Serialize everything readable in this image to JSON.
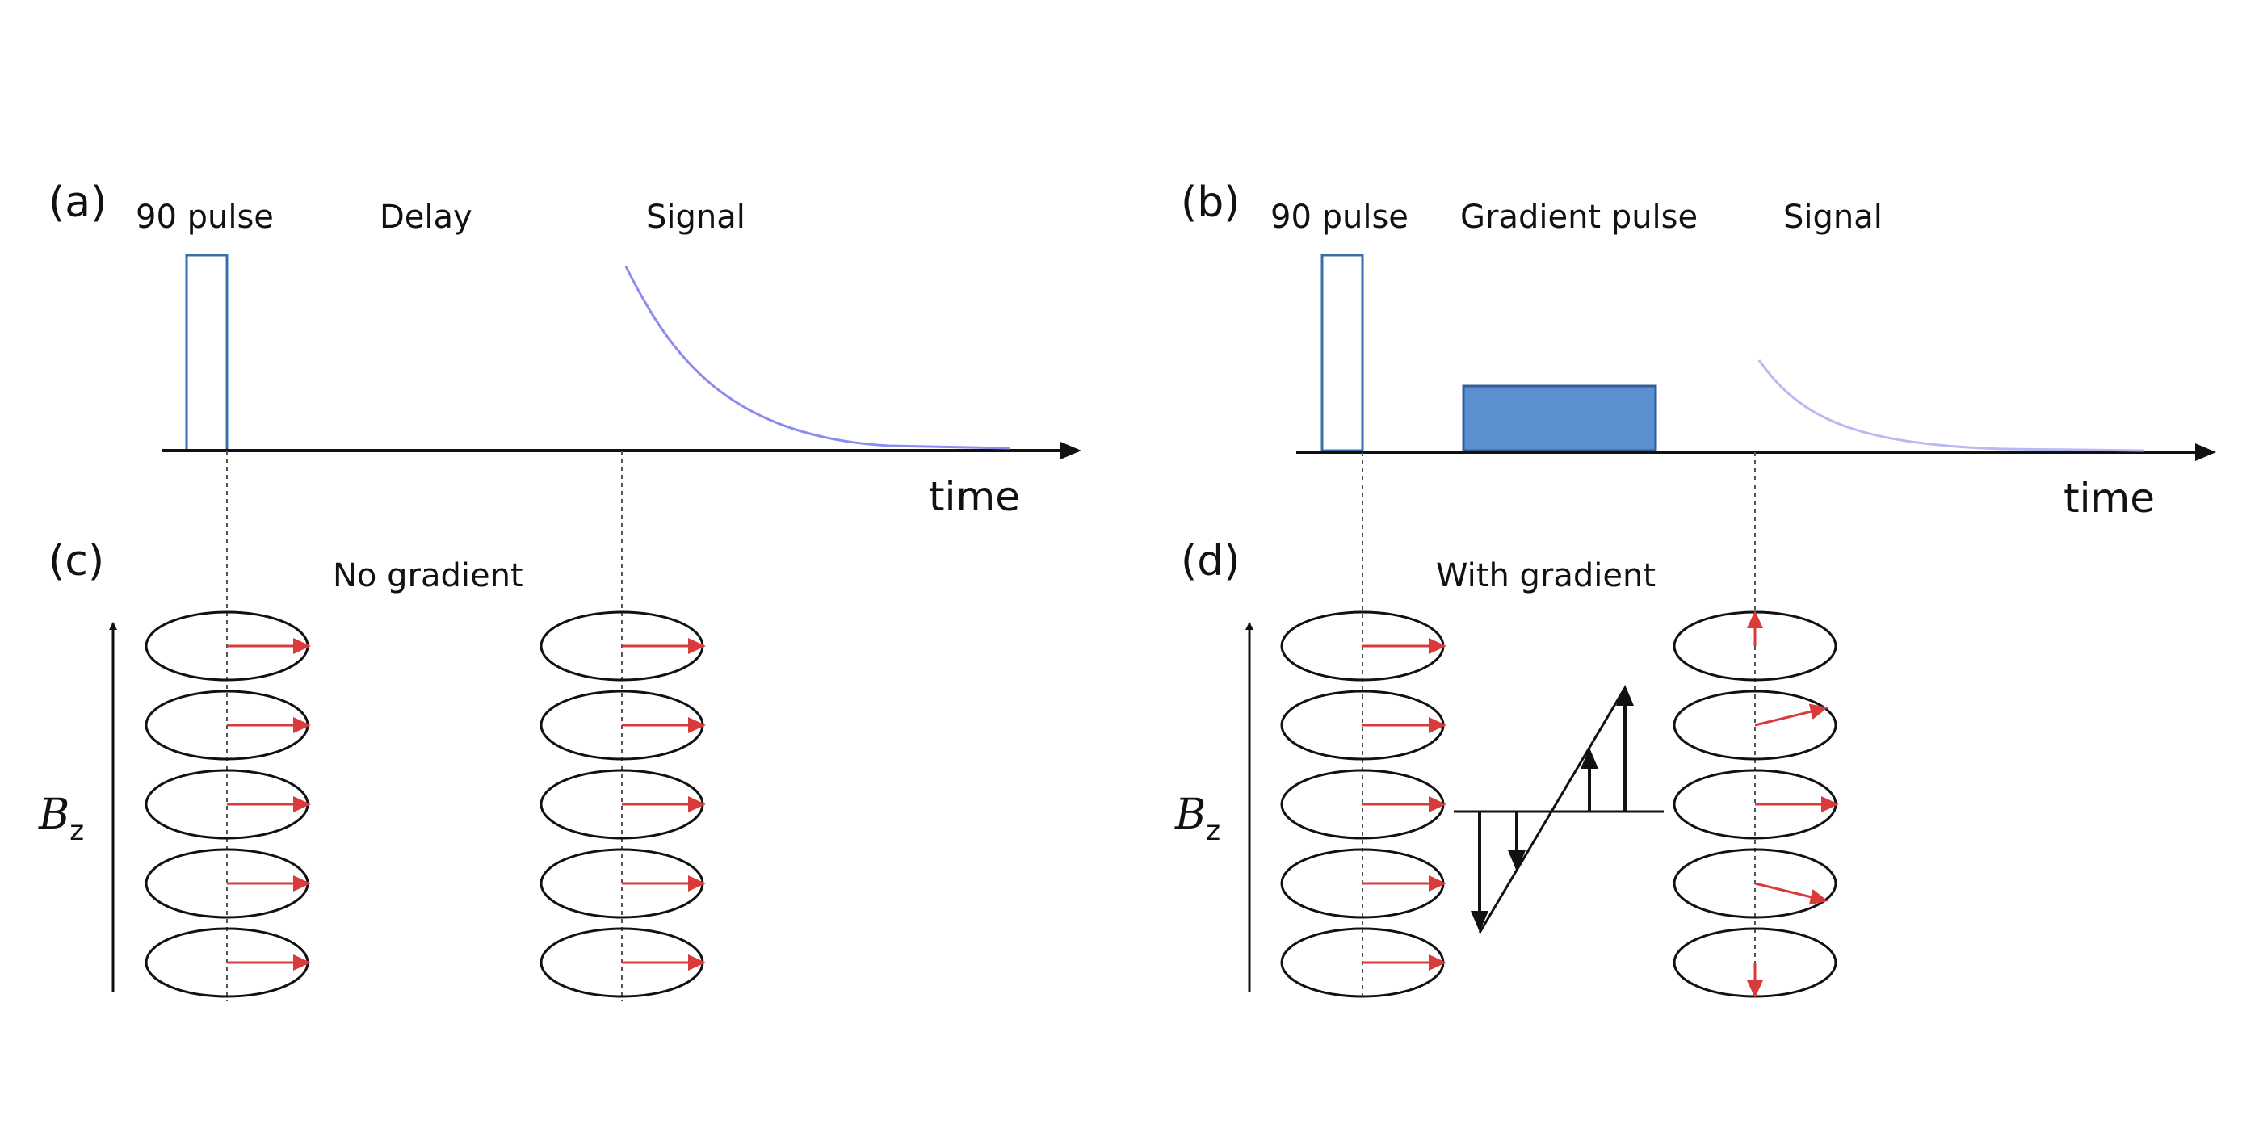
{
  "panels": {
    "a": {
      "tag": "(a)",
      "labels": [
        "90 pulse",
        "Delay",
        "Signal"
      ],
      "axis_label": "time"
    },
    "b": {
      "tag": "(b)",
      "labels": [
        "90 pulse",
        "Gradient pulse",
        "Signal"
      ],
      "axis_label": "time"
    },
    "c": {
      "tag": "(c)",
      "title": "No gradient",
      "field_label": "B",
      "field_sub": "z",
      "spin_angles_before": [
        0,
        0,
        0,
        0,
        0
      ],
      "spin_angles_after": [
        0,
        0,
        0,
        0,
        0
      ]
    },
    "d": {
      "tag": "(d)",
      "title": "With gradient",
      "field_label": "B",
      "field_sub": "z",
      "spin_angles_before": [
        0,
        0,
        0,
        0,
        0
      ],
      "spin_angles_after": [
        -90,
        -30,
        0,
        30,
        90
      ]
    }
  },
  "colors": {
    "line": "#111111",
    "spin_arrow": "#d93b3b",
    "decay": "#8c8cf0",
    "gradient_fill": "#5b8fd0",
    "pulse_stroke": "#3a6ea8"
  }
}
